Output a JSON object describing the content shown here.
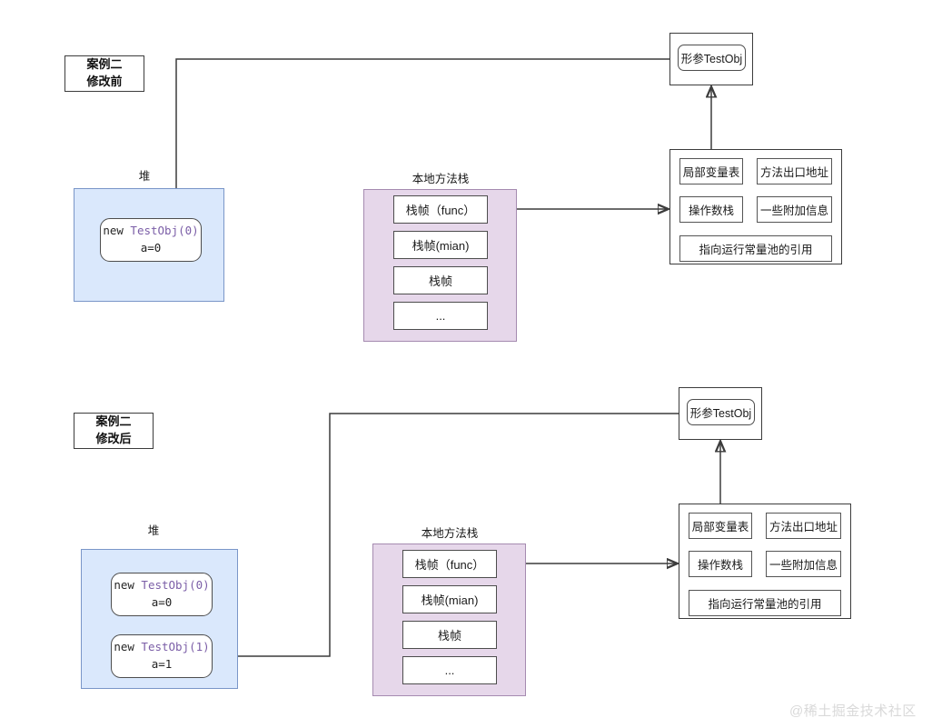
{
  "page": {
    "watermark": "@稀土掘金技术社区"
  },
  "sections": [
    {
      "id": "before",
      "case_label": {
        "line1": "案例二",
        "line2": "修改前"
      },
      "heap": {
        "title": "堆",
        "objects": [
          {
            "keyword": "new",
            "type": "TestObj(0)",
            "field": "a=0"
          }
        ]
      },
      "stack": {
        "title": "本地方法栈",
        "frames": [
          {
            "label": "栈帧（func）"
          },
          {
            "label": "栈帧(mian)"
          },
          {
            "label": "栈帧"
          },
          {
            "label": "..."
          }
        ]
      },
      "frame_detail": {
        "cells": [
          {
            "label": "局部变量表"
          },
          {
            "label": "方法出口地址"
          },
          {
            "label": "操作数栈"
          },
          {
            "label": "一些附加信息"
          },
          {
            "label": "指向运行常量池的引用"
          }
        ]
      },
      "param": {
        "label": "形参TestObj"
      }
    },
    {
      "id": "after",
      "case_label": {
        "line1": "案例二",
        "line2": "修改后"
      },
      "heap": {
        "title": "堆",
        "objects": [
          {
            "keyword": "new",
            "type": "TestObj(0)",
            "field": "a=0"
          },
          {
            "keyword": "new",
            "type": "TestObj(1)",
            "field": "a=1"
          }
        ]
      },
      "stack": {
        "title": "本地方法栈",
        "frames": [
          {
            "label": "栈帧（func）"
          },
          {
            "label": "栈帧(mian)"
          },
          {
            "label": "栈帧"
          },
          {
            "label": "..."
          }
        ]
      },
      "frame_detail": {
        "cells": [
          {
            "label": "局部变量表"
          },
          {
            "label": "方法出口地址"
          },
          {
            "label": "操作数栈"
          },
          {
            "label": "一些附加信息"
          },
          {
            "label": "指向运行常量池的引用"
          }
        ]
      },
      "param": {
        "label": "形参TestObj"
      }
    }
  ],
  "colors": {
    "heap_fill": "#dae8fc",
    "heap_border": "#7a96c8",
    "stack_fill": "#e6d7ea",
    "stack_border": "#a58bb0",
    "box_border": "#3c3c3c",
    "type_text": "#7b5ea7",
    "watermark": "#d9d9d9"
  }
}
